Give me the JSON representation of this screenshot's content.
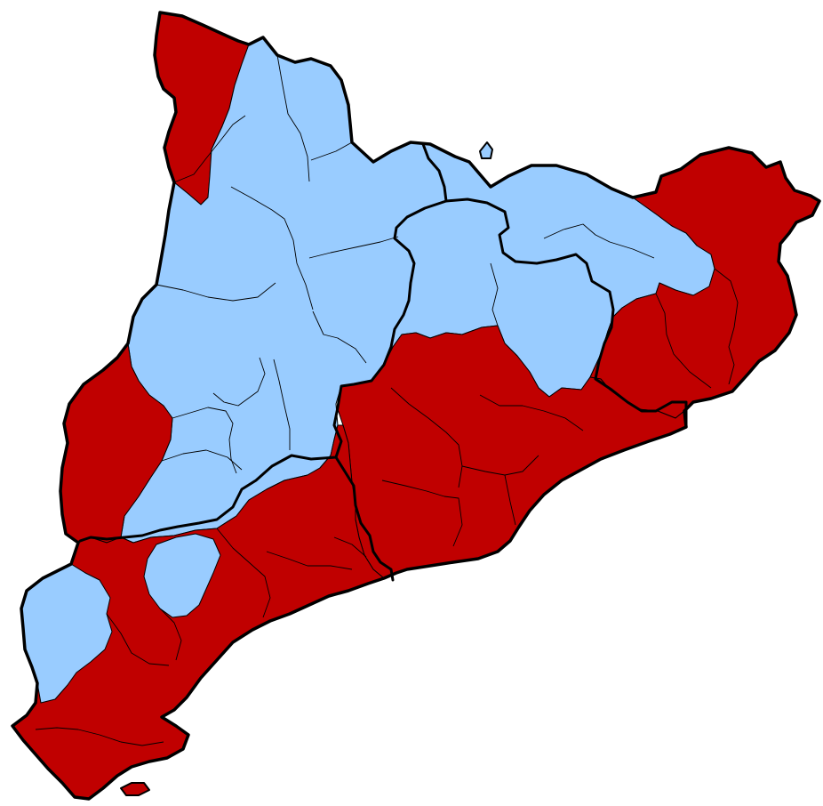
{
  "map": {
    "colors": {
      "red": "#c00000",
      "blue": "#99ccff",
      "border": "#000000",
      "background": "#ffffff"
    },
    "regions": [
      {
        "id": "red-northwest-strip",
        "fill": "red"
      },
      {
        "id": "blue-north-central",
        "fill": "blue"
      },
      {
        "id": "blue-central-east",
        "fill": "blue"
      },
      {
        "id": "red-northeast",
        "fill": "red"
      },
      {
        "id": "red-central-coast",
        "fill": "red"
      },
      {
        "id": "red-west",
        "fill": "red"
      },
      {
        "id": "blue-south-west",
        "fill": "blue"
      },
      {
        "id": "red-south",
        "fill": "red"
      },
      {
        "id": "red-delta-island",
        "fill": "red"
      },
      {
        "id": "blue-islet-north",
        "fill": "blue"
      }
    ]
  }
}
